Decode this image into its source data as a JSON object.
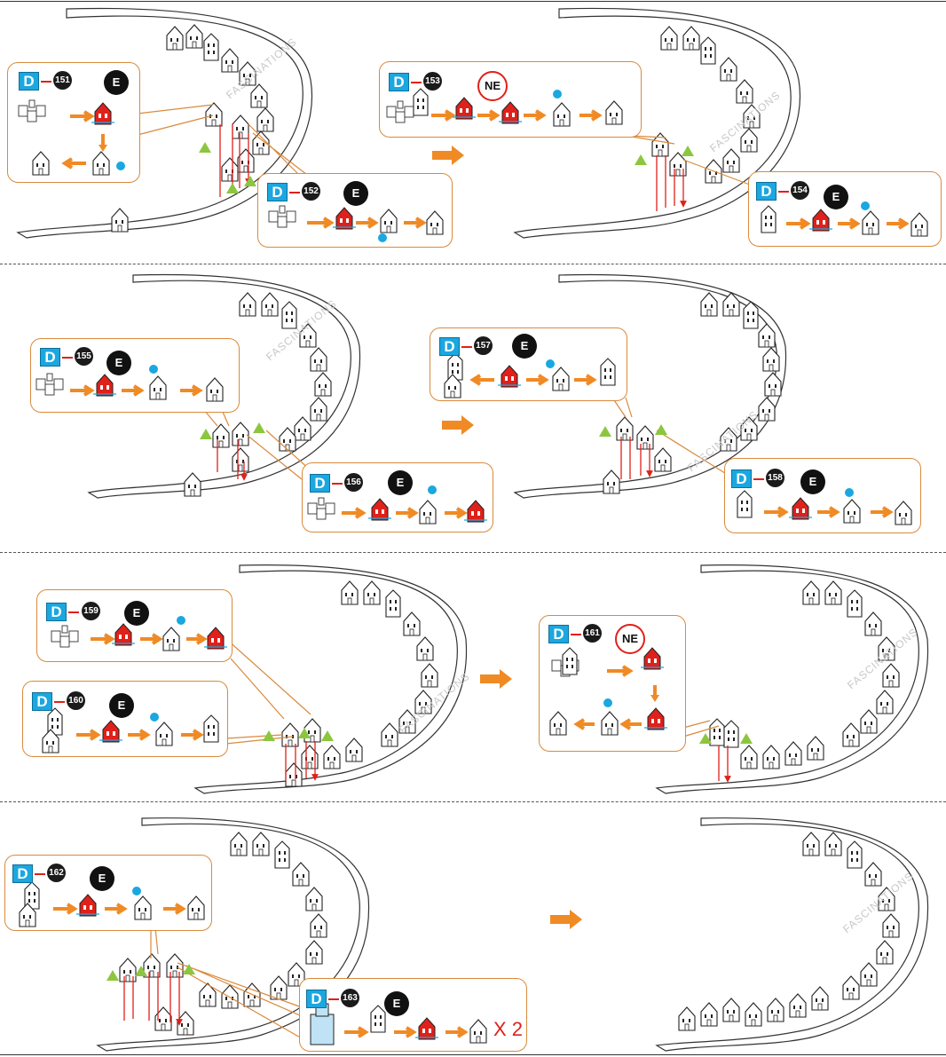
{
  "watermark": "FASCINATIONS",
  "steps": {
    "s151": {
      "tag": "D",
      "num": "151",
      "badge": "E"
    },
    "s152": {
      "tag": "D",
      "num": "152",
      "badge": "E"
    },
    "s153": {
      "tag": "D",
      "num": "153",
      "badge": "NE"
    },
    "s154": {
      "tag": "D",
      "num": "154",
      "badge": "E"
    },
    "s155": {
      "tag": "D",
      "num": "155",
      "badge": "E"
    },
    "s156": {
      "tag": "D",
      "num": "156",
      "badge": "E"
    },
    "s157": {
      "tag": "D",
      "num": "157",
      "badge": "E"
    },
    "s158": {
      "tag": "D",
      "num": "158",
      "badge": "E"
    },
    "s159": {
      "tag": "D",
      "num": "159",
      "badge": "E"
    },
    "s160": {
      "tag": "D",
      "num": "160",
      "badge": "E"
    },
    "s161": {
      "tag": "D",
      "num": "161",
      "badge": "NE"
    },
    "s162": {
      "tag": "D",
      "num": "162",
      "badge": "E"
    },
    "s163": {
      "tag": "D",
      "num": "163",
      "badge": "E",
      "multiplier": "X 2"
    }
  },
  "colors": {
    "accent_orange": "#f08a24",
    "callout_border": "#d98a3c",
    "tag_blue": "#1ba7e0",
    "red": "#e0201a",
    "triangle_green": "#8cc63f",
    "dot_blue": "#1ba7e0"
  }
}
